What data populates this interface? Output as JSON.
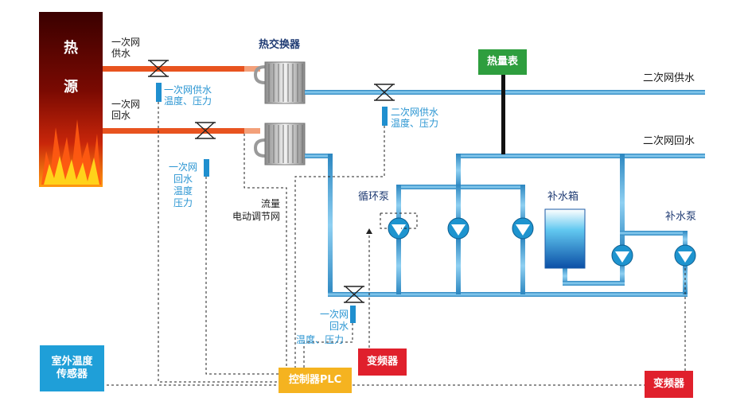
{
  "heat_source": {
    "char1": "热",
    "char2": "源"
  },
  "labels": {
    "primary_supply": [
      "一次网",
      "供水"
    ],
    "primary_return": [
      "一次网",
      "回水"
    ],
    "heat_exchanger": "热交换器",
    "heat_meter": "热量表",
    "secondary_supply": "二次网供水",
    "secondary_return": "二次网回水",
    "primary_supply_sensor": [
      "一次网供水",
      "温度、压力"
    ],
    "primary_return_sensor": [
      "一次网",
      "回水",
      "温度",
      "压力"
    ],
    "secondary_supply_sensor": [
      "二次网供水",
      "温度、压力"
    ],
    "flow_valve": [
      "流量",
      "电动调节网"
    ],
    "circulation_pump": "循环泵",
    "makeup_tank": "补水箱",
    "makeup_pump": "补水泵",
    "secondary_return_sensor": [
      "一次网",
      "回水",
      "温度、压力"
    ],
    "outdoor_sensor": [
      "室外温度",
      "传感器"
    ],
    "plc": "控制器PLC",
    "vfd_1": "变频器",
    "vfd_2": "变频器"
  },
  "colors": {
    "hot_pipe": "#e8531f",
    "water_pipe": "#4fa9d9",
    "pump": "#1e94cf",
    "heat_meter_box": "#2e9e3e",
    "vfd_box": "#e0202c",
    "plc_box": "#f5b320",
    "outdoor_sensor_box": "#1f9fd8",
    "sensor": "#1f8fcf"
  },
  "icons": [
    "valve-icon",
    "pump-icon",
    "sensor-icon",
    "heat-exchanger-icon",
    "flame-icon"
  ]
}
